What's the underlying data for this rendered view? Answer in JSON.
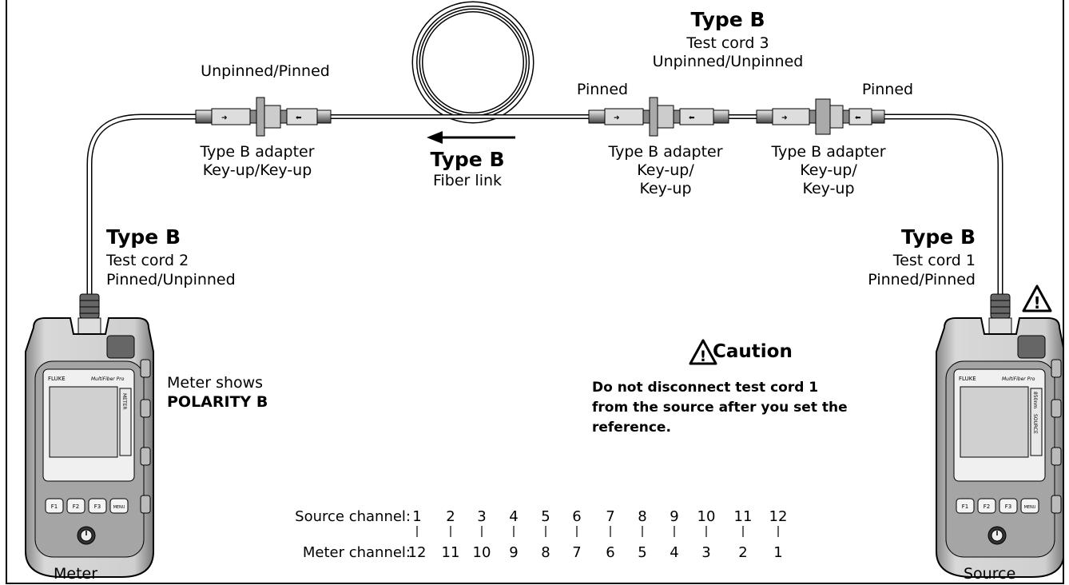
{
  "link": {
    "title": "Type B",
    "subtitle": "Fiber link"
  },
  "left_connector": {
    "top_label": "Unpinned/Pinned",
    "adapter_line1": "Type B adapter",
    "adapter_line2": "Key-up/Key-up"
  },
  "cord3": {
    "title": "Type B",
    "line1": "Test cord 3",
    "line2": "Unpinned/Unpinned"
  },
  "middle_connector": {
    "top_label": "Pinned",
    "adapter_line1": "Type B adapter",
    "adapter_line2": "Key-up/",
    "adapter_line3": "Key-up"
  },
  "right_connector": {
    "top_label": "Pinned",
    "adapter_line1": "Type B adapter",
    "adapter_line2": "Key-up/",
    "adapter_line3": "Key-up"
  },
  "cord2": {
    "title": "Type B",
    "line1": "Test cord 2",
    "line2": "Pinned/Unpinned"
  },
  "cord1": {
    "title": "Type B",
    "line1": "Test cord 1",
    "line2": "Pinned/Pinned"
  },
  "meter": {
    "label": "Meter",
    "shows_line1": "Meter shows",
    "shows_line2": "POLARITY B",
    "brand": "FLUKE",
    "model": "MultiFiber Pro",
    "side_label": "METER",
    "buttons": [
      "F1",
      "F2",
      "F3",
      "MENU"
    ]
  },
  "source": {
    "label": "Source",
    "brand": "FLUKE",
    "model": "MultiFiber Pro",
    "side_label": "SOURCE",
    "wavelength": "850nm",
    "buttons": [
      "F1",
      "F2",
      "F3",
      "MENU"
    ]
  },
  "caution": {
    "title": "Caution",
    "body": "Do not disconnect test cord 1 from the source after you set the reference."
  },
  "channels": {
    "source_label": "Source channel:",
    "meter_label": "Meter channel:",
    "source": [
      "1",
      "2",
      "3",
      "4",
      "5",
      "6",
      "7",
      "8",
      "9",
      "10",
      "11",
      "12"
    ],
    "meter": [
      "12",
      "11",
      "10",
      "9",
      "8",
      "7",
      "6",
      "5",
      "4",
      "3",
      "2",
      "1"
    ]
  },
  "colors": {
    "cable": "#ffffff",
    "outline": "#000000",
    "tester_body": "#b8b8b8",
    "screen": "#d0d0d0"
  }
}
